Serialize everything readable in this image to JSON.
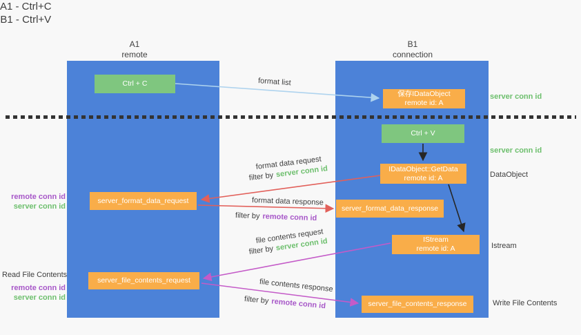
{
  "title": {
    "line1": "A1 - Ctrl+C",
    "line2": "B1 - Ctrl+V"
  },
  "lanes": {
    "left": {
      "name": "A1",
      "subtitle": "remote"
    },
    "right": {
      "name": "B1",
      "subtitle": "connection"
    }
  },
  "nodes": {
    "ctrl_c": {
      "label": "Ctrl + C"
    },
    "save_dataobject": {
      "line1": "保存IDataObject",
      "line2": "remote id: A"
    },
    "ctrl_v": {
      "label": "Ctrl + V"
    },
    "getdata": {
      "line1": "IDataObject::GetData",
      "line2": "remote id: A"
    },
    "format_request": {
      "label": "server_format_data_request"
    },
    "format_response": {
      "label": "server_format_data_response"
    },
    "istream": {
      "line1": "IStream",
      "line2": "remote id: A"
    },
    "file_request": {
      "label": "server_file_contents_request"
    },
    "file_response": {
      "label": "server_file_contents_response"
    }
  },
  "side_labels": {
    "server_conn_id_top": "server conn id",
    "server_conn_id_mid": "server conn id",
    "dataobject": "DataObject",
    "istream": "Istream",
    "write_file_contents": "Write File Contents",
    "read_file_contents": "Read File Contents",
    "remote_conn_id_format": "remote conn id",
    "server_conn_id_format": "server conn id",
    "remote_conn_id_file": "remote conn id",
    "server_conn_id_file": "server conn id"
  },
  "arrows": {
    "format_list": {
      "label": "format list"
    },
    "format_data_request": {
      "label": "format data request",
      "filter_by": "filter by",
      "filter_value": "server conn id"
    },
    "format_data_response": {
      "label": "format data response",
      "filter_by": "filter by",
      "filter_value": "remote conn id"
    },
    "file_contents_request": {
      "label": "file contents request",
      "filter_by": "filter by",
      "filter_value": "server conn id"
    },
    "file_contents_response": {
      "label": "file contents response",
      "filter_by": "filter by",
      "filter_value": "remote conn id"
    }
  },
  "colors": {
    "lane_blue": "#4c82d8",
    "node_green": "#7fc67f",
    "node_orange": "#f9ad49",
    "arrow_red": "#e2605a",
    "arrow_magenta": "#c45bc8",
    "arrow_lightblue": "#aed3ee",
    "arrow_black": "#262626",
    "text_green": "#6dbf6d",
    "text_purple": "#a757c8",
    "text_dark": "#3d3d3d",
    "background": "#f8f8f8"
  }
}
